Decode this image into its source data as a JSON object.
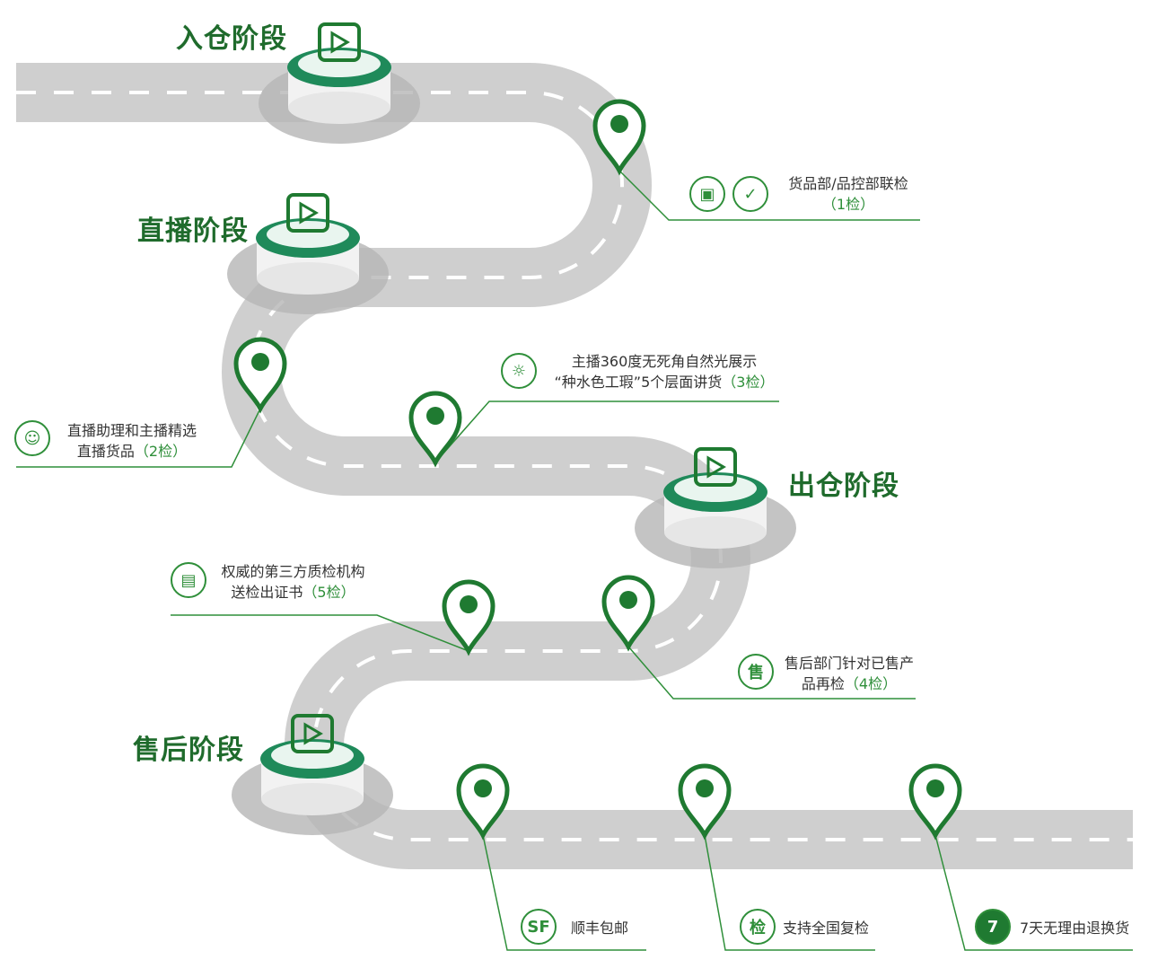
{
  "stages": [
    {
      "label": "入仓阶段"
    },
    {
      "label": "直播阶段"
    },
    {
      "label": "出仓阶段"
    },
    {
      "label": "售后阶段"
    }
  ],
  "notes": [
    {
      "line1": "货品部/品控部联检",
      "line2": "",
      "check": "（1检）"
    },
    {
      "line1": "直播助理和主播精选",
      "line2": "直播货品",
      "check": "（2检）"
    },
    {
      "line1": "主播360度无死角自然光展示",
      "line2": "“种水色工瑕”5个层面讲货",
      "check": "（3检）"
    },
    {
      "line1": "售后部门针对已售产",
      "line2": "品再检",
      "check": "（4检）"
    },
    {
      "line1": "权威的第三方质检机构",
      "line2": "送检出证书",
      "check": "（5检）"
    }
  ],
  "services": [
    {
      "label": "顺丰包邮",
      "icon_text": "SF"
    },
    {
      "label": "支持全国复检",
      "icon_text": "检"
    },
    {
      "label": "7天无理由退换货",
      "icon_text": "7"
    }
  ],
  "colors": {
    "green": "#1f7a31",
    "road": "#cfcfcf"
  }
}
